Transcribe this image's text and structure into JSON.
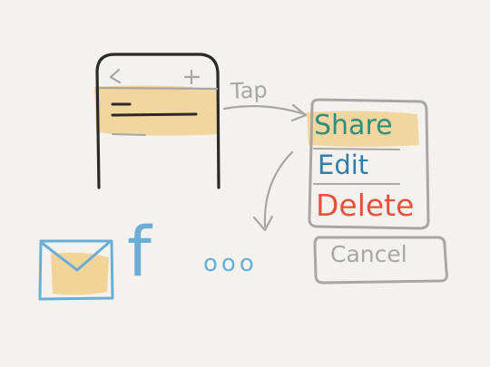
{
  "diagram": {
    "phone": {
      "back_glyph": "<",
      "add_glyph": "+"
    },
    "arrow_label": "Tap",
    "action_sheet": {
      "items": [
        "Share",
        "Edit",
        "Delete"
      ],
      "cancel": "Cancel"
    },
    "share_targets": {
      "facebook_glyph": "f",
      "more_glyph": "ooo",
      "icons": [
        "mail-icon",
        "facebook-icon",
        "more-icon"
      ]
    }
  },
  "colors": {
    "ink": "#2a2a2a",
    "gray": "#a9a7a2",
    "highlight": "#f0c060",
    "share": "#2f8f7a",
    "edit": "#2f7fae",
    "delete": "#e5533d",
    "icon_blue": "#6aaed6",
    "background": "#f4f2ee"
  }
}
